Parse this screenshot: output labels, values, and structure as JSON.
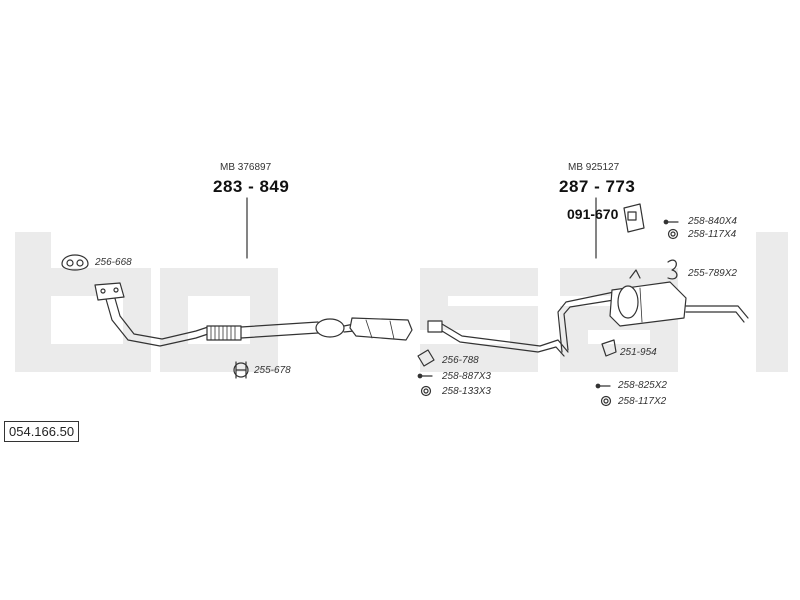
{
  "diagram": {
    "part_number": "054.166.50",
    "watermark": "bosal",
    "groups": {
      "front": {
        "ref": "MB 376897",
        "code": "283 - 849"
      },
      "rear": {
        "ref": "MB 925127",
        "code": "287 - 773"
      }
    },
    "callouts": {
      "c_256_668": "256-668",
      "c_255_678": "255-678",
      "c_256_788": "256-788",
      "c_258_887": "258-887X3",
      "c_258_133": "258-133X3",
      "c_091_670": "091-670",
      "c_258_840": "258-840X4",
      "c_258_117a": "258-117X4",
      "c_255_789": "255-789X2",
      "c_251_954": "251-954",
      "c_258_825": "258-825X2",
      "c_258_117b": "258-117X2"
    },
    "colors": {
      "watermark": "#e9e9e9",
      "line": "#333333"
    }
  }
}
